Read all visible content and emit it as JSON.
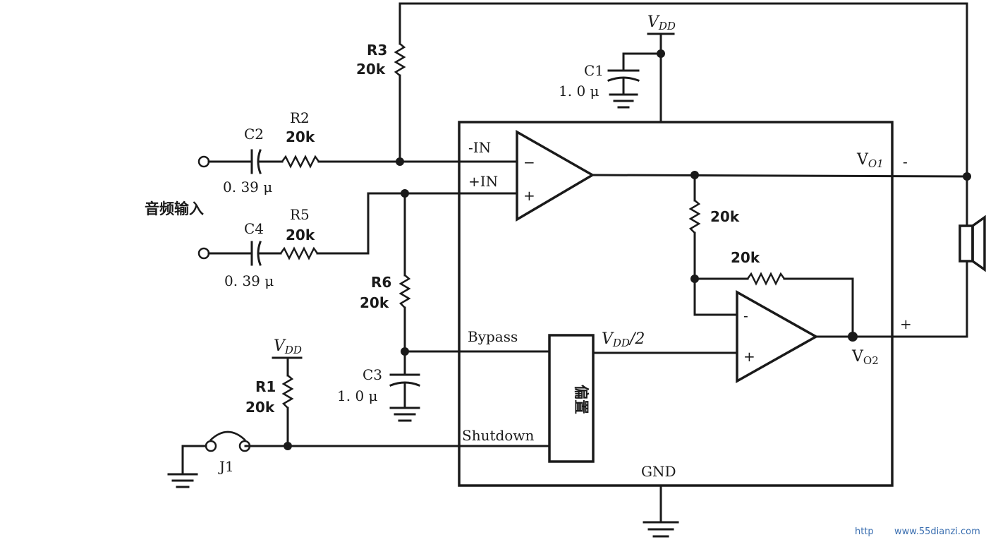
{
  "labels": {
    "r3": "R3",
    "r3_val": "20k",
    "c1": "C1",
    "c1_val": "1. 0 μ",
    "vdd_top": "V",
    "vdd_top_sub": "DD",
    "c2": "C2",
    "c2_val": "0. 39 μ",
    "r2": "R2",
    "r2_val": "20k",
    "audio_input": "音频输入",
    "c4": "C4",
    "c4_val": "0. 39 μ",
    "r5": "R5",
    "r5_val": "20k",
    "r6": "R6",
    "r6_val": "20k",
    "c3": "C3",
    "c3_val": "1. 0 μ",
    "vdd_r1": "V",
    "vdd_r1_sub": "DD",
    "r1": "R1",
    "r1_val": "20k",
    "j1": "J1",
    "neg_in": "-IN",
    "pos_in": "+IN",
    "bypass": "Bypass",
    "shutdown": "Shutdown",
    "bias": "偏置",
    "vdd_half": "V",
    "vdd_half_sub": "DD",
    "vdd_half_suffix": "/2",
    "r_fb1": "20k",
    "r_fb2": "20k",
    "vo1": "V",
    "vo1_sub": "O1",
    "vo2": "V",
    "vo2_sub": "O2",
    "minus_mark": "-",
    "plus_mark": "+",
    "opamp1_minus": "−",
    "opamp1_plus": "+",
    "opamp2_minus": "-",
    "opamp2_plus": "+",
    "gnd": "GND",
    "watermark_prefix": "http",
    "watermark": "www.55dianzi.com"
  }
}
